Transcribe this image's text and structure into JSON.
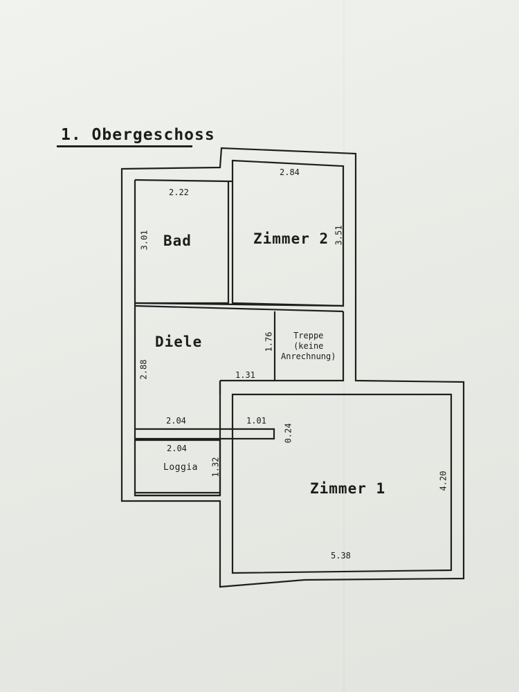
{
  "title": "1. Obergeschoss",
  "rooms": {
    "bad": "Bad",
    "zimmer2": "Zimmer 2",
    "diele": "Diele",
    "treppe": [
      "Treppe",
      "(keine",
      "Anrechnung)"
    ],
    "loggia": "Loggia",
    "zimmer1": "Zimmer 1"
  },
  "dimensions": {
    "bad_width": "2.22",
    "bad_depth": "3.01",
    "zimmer2_width": "2.84",
    "zimmer2_depth": "3.51",
    "diele_depth": "2.88",
    "treppe_depth": "1.76",
    "diele_step": "1.31",
    "diele_width": "2.04",
    "passage_width": "1.01",
    "wall_offset": "0.24",
    "loggia_width": "2.04",
    "loggia_depth": "1.32",
    "zimmer1_width": "5.38",
    "zimmer1_depth": "4.20"
  }
}
